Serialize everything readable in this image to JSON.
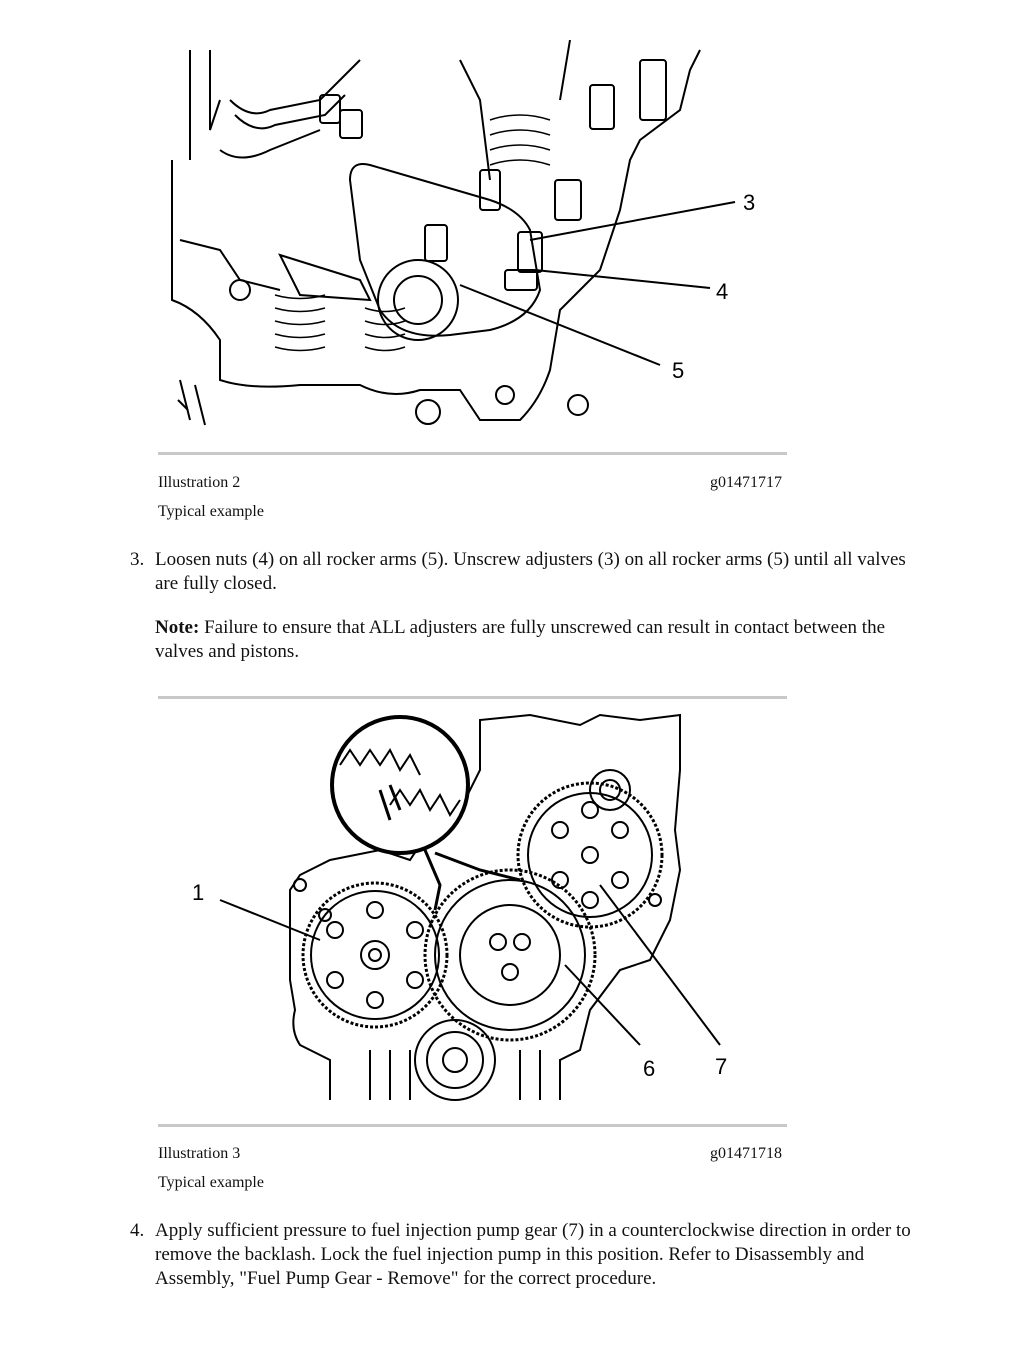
{
  "figure2": {
    "callouts": [
      "3",
      "4",
      "5"
    ],
    "caption_label": "Illustration 2",
    "caption_code": "g01471717",
    "caption_note": "Typical example"
  },
  "step3": {
    "number": "3.",
    "text": "Loosen nuts (4) on all rocker arms (5). Unscrew adjusters (3) on all rocker arms (5) until all valves are fully closed.",
    "note_label": "Note:",
    "note_text": " Failure to ensure that ALL adjusters are fully unscrewed can result in contact between the valves and pistons."
  },
  "figure3": {
    "callouts": [
      "1",
      "6",
      "7"
    ],
    "caption_label": "Illustration 3",
    "caption_code": "g01471718",
    "caption_note": "Typical example"
  },
  "step4": {
    "number": "4.",
    "text": "Apply sufficient pressure to fuel injection pump gear (7) in a counterclockwise direction in order to remove the backlash. Lock the fuel injection pump in this position. Refer to Disassembly and Assembly, \"Fuel Pump Gear - Remove\" for the correct procedure."
  }
}
